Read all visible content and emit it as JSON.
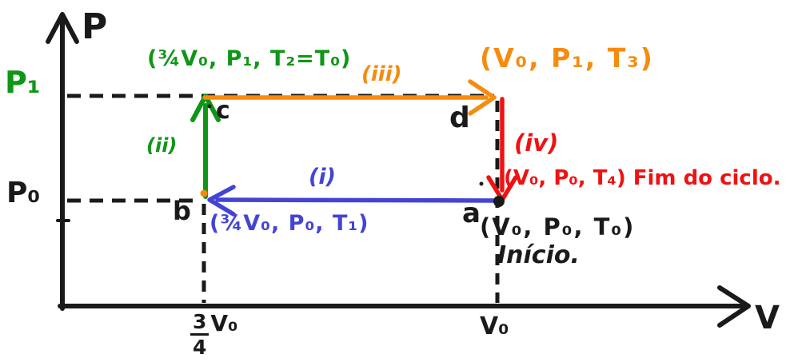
{
  "colors": {
    "black": "#1a1a1a",
    "green": "#0f9617",
    "orange": "#f68b0e",
    "blue": "#4444d4",
    "red": "#ee1212"
  },
  "axes": {
    "y": {
      "label": "P"
    },
    "x": {
      "label": "V"
    }
  },
  "y_ticks": {
    "p1": "P₁",
    "p0": "P₀"
  },
  "x_ticks": {
    "three_quarter_v0": {
      "numerator": "3",
      "denominator": "4",
      "unit": "V₀"
    },
    "v0": "V₀"
  },
  "points": {
    "a": "a",
    "b": "b",
    "c": "c",
    "d": "d"
  },
  "state_labels": {
    "c_state": "(¾V₀, P₁, T₂=T₀)",
    "d_state": "(V₀, P₁, T₃)",
    "a_end_state": "(V₀, P₀, T₄) Fim do ciclo.",
    "b_state": "(¾V₀, P₀, T₁)",
    "a_start_state": "(V₀, P₀, T₀)",
    "a_start_note": "Início."
  },
  "process_labels": {
    "i": "(i)",
    "ii": "(ii)",
    "iii": "(iii)",
    "iv": "(iv)"
  },
  "chart_data": {
    "type": "line",
    "title": "Hand-drawn P-V diagram of a four-step thermodynamic cycle",
    "xlabel": "V",
    "ylabel": "P",
    "x_tick_labels": [
      "¾V₀",
      "V₀"
    ],
    "y_tick_labels": [
      "P₀",
      "P₁"
    ],
    "points": [
      {
        "name": "a",
        "V": "V₀",
        "P": "P₀",
        "state": "(V₀, P₀, T₀)",
        "note": "Início."
      },
      {
        "name": "b",
        "V": "¾V₀",
        "P": "P₀",
        "state": "(¾V₀, P₀, T₁)"
      },
      {
        "name": "c",
        "V": "¾V₀",
        "P": "P₁",
        "state": "(¾V₀, P₁, T₂=T₀)"
      },
      {
        "name": "d",
        "V": "V₀",
        "P": "P₁",
        "state": "(V₀, P₁, T₃)"
      },
      {
        "name": "a (end)",
        "V": "V₀",
        "P": "P₀",
        "state": "(V₀, P₀, T₄)",
        "note": "Fim do ciclo."
      }
    ],
    "processes": [
      {
        "id": "(i)",
        "from": "a",
        "to": "b",
        "color": "#4444d4",
        "kind": "isobaric compression at P₀"
      },
      {
        "id": "(ii)",
        "from": "b",
        "to": "c",
        "color": "#0f9617",
        "kind": "isochoric pressure rise at ¾V₀"
      },
      {
        "id": "(iii)",
        "from": "c",
        "to": "d",
        "color": "#f68b0e",
        "kind": "isobaric expansion at P₁"
      },
      {
        "id": "(iv)",
        "from": "d",
        "to": "a",
        "color": "#ee1212",
        "kind": "isochoric pressure drop at V₀"
      }
    ],
    "legend_position": "none",
    "grid": false
  }
}
